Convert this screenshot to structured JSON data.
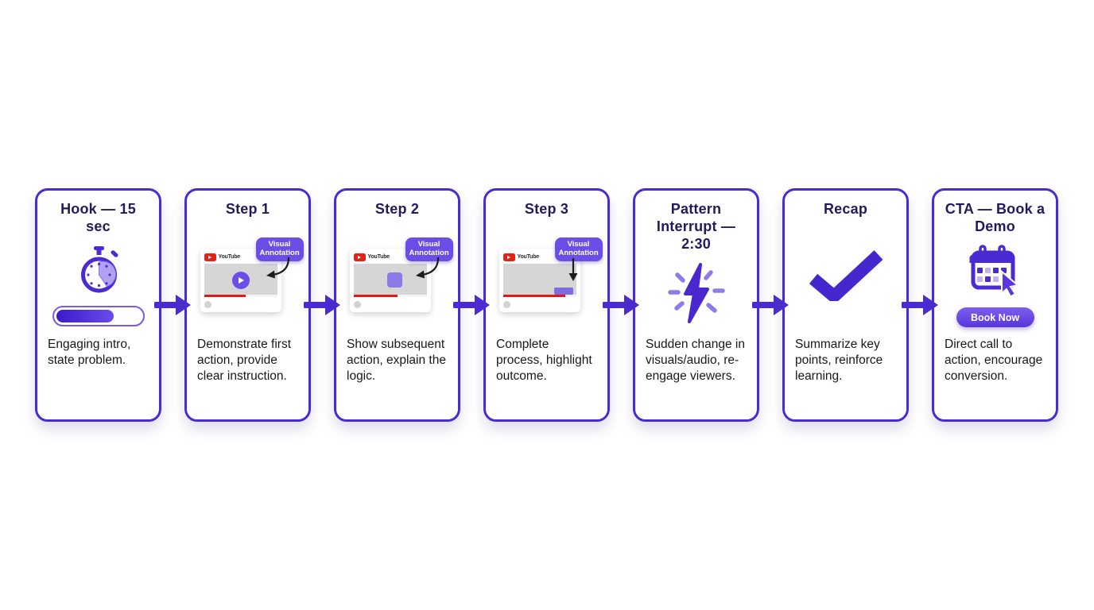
{
  "flow": {
    "cards": [
      {
        "title": "Hook — 15 sec",
        "description": "Engaging intro, state problem.",
        "icon": "stopwatch-progress"
      },
      {
        "title": "Step 1",
        "description": "Demonstrate first action, provide clear instruction.",
        "icon": "youtube-thumbnail-play",
        "badge": "Visual Annotation",
        "brand": "YouTube"
      },
      {
        "title": "Step 2",
        "description": "Show subsequent action, explain the logic.",
        "icon": "youtube-thumbnail-square",
        "badge": "Visual Annotation",
        "brand": "YouTube"
      },
      {
        "title": "Step 3",
        "description": "Complete process, highlight outcome.",
        "icon": "youtube-thumbnail-bar",
        "badge": "Visual Annotation",
        "brand": "YouTube"
      },
      {
        "title": "Pattern Interrupt — 2:30",
        "description": "Sudden change in visuals/audio, re-engage viewers.",
        "icon": "lightning-bolt"
      },
      {
        "title": "Recap",
        "description": "Summarize key points, reinforce learning.",
        "icon": "checkmark"
      },
      {
        "title": "CTA — Book a Demo",
        "description": "Direct call to action, encourage conversion.",
        "icon": "calendar-cursor",
        "cta_label": "Book Now"
      }
    ],
    "colors": {
      "accent": "#4B2BD1",
      "badge_purple": "#6B4EE6",
      "title_navy": "#221A5E",
      "body_text": "#17171C",
      "youtube_red": "#E62117",
      "progress_red": "#E01818"
    }
  }
}
